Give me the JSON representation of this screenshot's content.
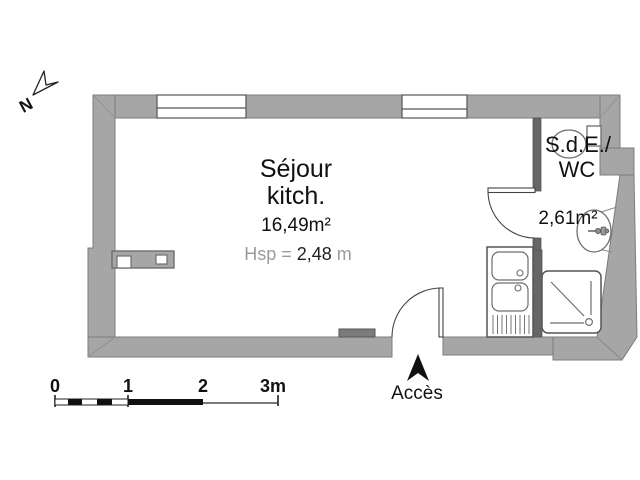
{
  "drawing_type": "floor-plan",
  "north_indicator": {
    "label": "N"
  },
  "rooms": {
    "sejour": {
      "name_line1": "Séjour",
      "name_line2": "kitch.",
      "area": "16,49m²",
      "ceiling_height_prefix": "Hsp = ",
      "ceiling_height_value": "2,48",
      "ceiling_height_suffix": " m"
    },
    "bathroom": {
      "name_line1": "S.d.E./",
      "name_line2": "WC",
      "area": "2,61m²"
    }
  },
  "entrance": {
    "label": "Accès"
  },
  "scale_bar": {
    "labels": [
      "0",
      "1",
      "2",
      "3m"
    ]
  },
  "fixtures": [
    "toilet",
    "toilet-cistern",
    "washbasin",
    "tap",
    "shower-tray",
    "double-sink-unit",
    "drainer",
    "radiator",
    "wall-niche"
  ],
  "colors": {
    "wall_fill": "#a6a6a6",
    "wall_outline": "#7c7c7c",
    "partition_fill": "#666666",
    "fixture_stroke": "#6e6e6e",
    "text": "#111111",
    "hsp_gray": "#9b9b9b",
    "radiator_fill": "#7b7b7b"
  }
}
